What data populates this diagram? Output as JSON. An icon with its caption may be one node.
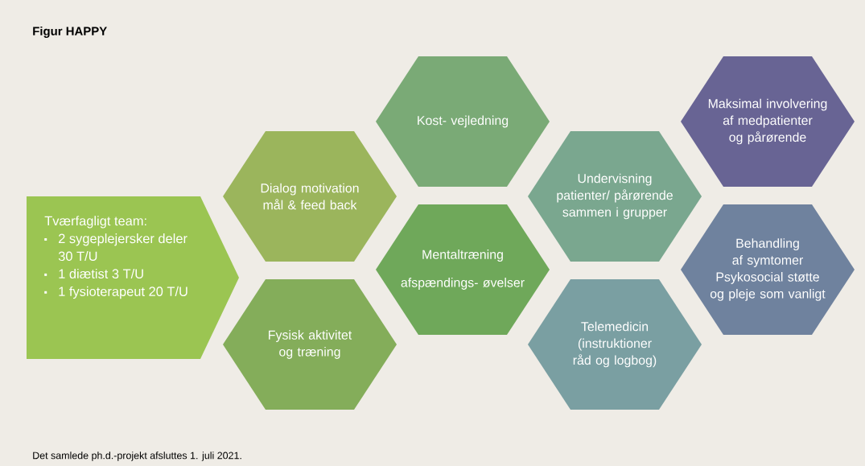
{
  "diagram": {
    "title": "Figur HAPPY",
    "caption": "Det samlede ph.d.-projekt afsluttes 1. juli 2021.",
    "nodes": [
      {
        "text": [
          "Tværfagligt team:",
          "2 sygeplejersker deler 30 T/U",
          "1 diætist 3 T/U",
          "1 fysioterapeut 20 T/U"
        ]
      },
      {
        "text": [
          "Dialog motivation mål & feed back"
        ]
      },
      {
        "text": [
          "Fysisk aktivitet og træning"
        ]
      },
      {
        "text": [
          "Kost- vejledning"
        ]
      },
      {
        "text": [
          "Mentaltræning",
          "afspændings- øvelser"
        ]
      },
      {
        "text": [
          "Undervisning patienter/ pårørende sammen i grupper"
        ]
      },
      {
        "text": [
          "Telemedicin (instruktioner råd og logbog)"
        ]
      },
      {
        "text": [
          "Maksimal involvering af medpatienter og pårørende"
        ]
      },
      {
        "text": [
          "Behandling af symtomer Psykosocial støtte og pleje som vanligt"
        ]
      }
    ],
    "edges": []
  }
}
